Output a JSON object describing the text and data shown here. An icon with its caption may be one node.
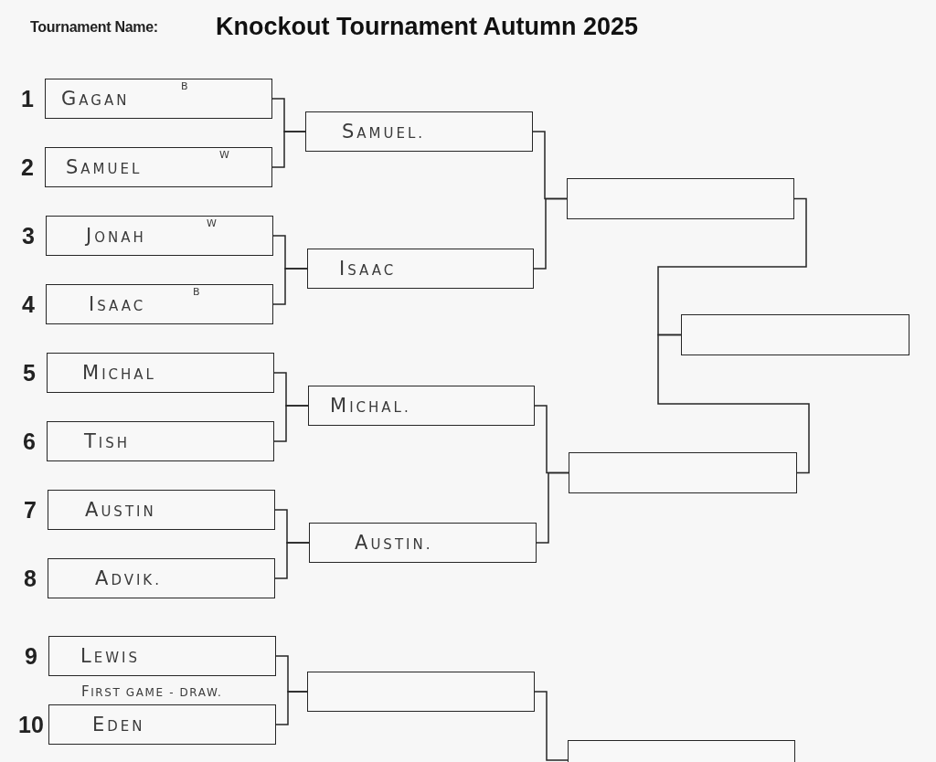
{
  "diagram": {
    "title": "Knockout Tournament Autumn 2025",
    "nodes": [
      {
        "text": [
          "GAGAN",
          "B"
        ],
        "beside": [
          "1"
        ]
      },
      {
        "text": [
          "SAMUEL",
          "W"
        ],
        "beside": [
          "2"
        ]
      },
      {
        "text": [
          "JONAH",
          "W"
        ],
        "beside": [
          "3"
        ]
      },
      {
        "text": [
          "ISAAC",
          "B"
        ],
        "beside": [
          "4"
        ]
      },
      {
        "text": [
          "MICHAL"
        ],
        "beside": [
          "5"
        ]
      },
      {
        "text": [
          "TISH"
        ],
        "beside": [
          "6"
        ]
      },
      {
        "text": [
          "AUSTIN"
        ],
        "beside": [
          "7"
        ]
      },
      {
        "text": [
          "ADVIK."
        ],
        "beside": [
          "8"
        ]
      },
      {
        "text": [
          "LEWIS"
        ],
        "beside": [
          "9"
        ]
      },
      {
        "text": [
          "EDEN"
        ],
        "beside": [
          "10"
        ]
      },
      {
        "text": [
          "SAMUEL."
        ]
      },
      {
        "text": [
          "ISAAC"
        ]
      },
      {
        "text": [
          "MICHAL."
        ]
      },
      {
        "text": [
          "AUSTIN."
        ]
      },
      {
        "text": [],
        "shape": "box"
      },
      {
        "text": [],
        "shape": "box"
      },
      {
        "text": [],
        "shape": "box"
      },
      {
        "text": [],
        "shape": "box"
      },
      {
        "text": [],
        "shape": "box"
      }
    ],
    "edges": [
      {
        "from": 0,
        "to": 10,
        "arrow": "none"
      },
      {
        "from": 1,
        "to": 10,
        "arrow": "none"
      },
      {
        "from": 2,
        "to": 11,
        "arrow": "none"
      },
      {
        "from": 3,
        "to": 11,
        "arrow": "none"
      },
      {
        "from": 4,
        "to": 12,
        "arrow": "none"
      },
      {
        "from": 5,
        "to": 12,
        "arrow": "none"
      },
      {
        "from": 6,
        "to": 13,
        "arrow": "none"
      },
      {
        "from": 7,
        "to": 13,
        "arrow": "none"
      },
      {
        "from": 8,
        "to": 14,
        "arrow": "none"
      },
      {
        "from": 9,
        "to": 14,
        "arrow": "none"
      },
      {
        "from": 10,
        "to": 15,
        "arrow": "none"
      },
      {
        "from": 11,
        "to": 15,
        "arrow": "none"
      },
      {
        "from": 12,
        "to": 16,
        "arrow": "none"
      },
      {
        "from": 13,
        "to": 16,
        "arrow": "none"
      },
      {
        "from": 14,
        "to": 17,
        "arrow": "none"
      },
      {
        "from": 15,
        "to": 18,
        "arrow": "none"
      },
      {
        "from": 16,
        "to": 18,
        "arrow": "none"
      }
    ],
    "labels": [
      "Tournament Name:",
      "FIRST GAME - DRAW."
    ]
  }
}
